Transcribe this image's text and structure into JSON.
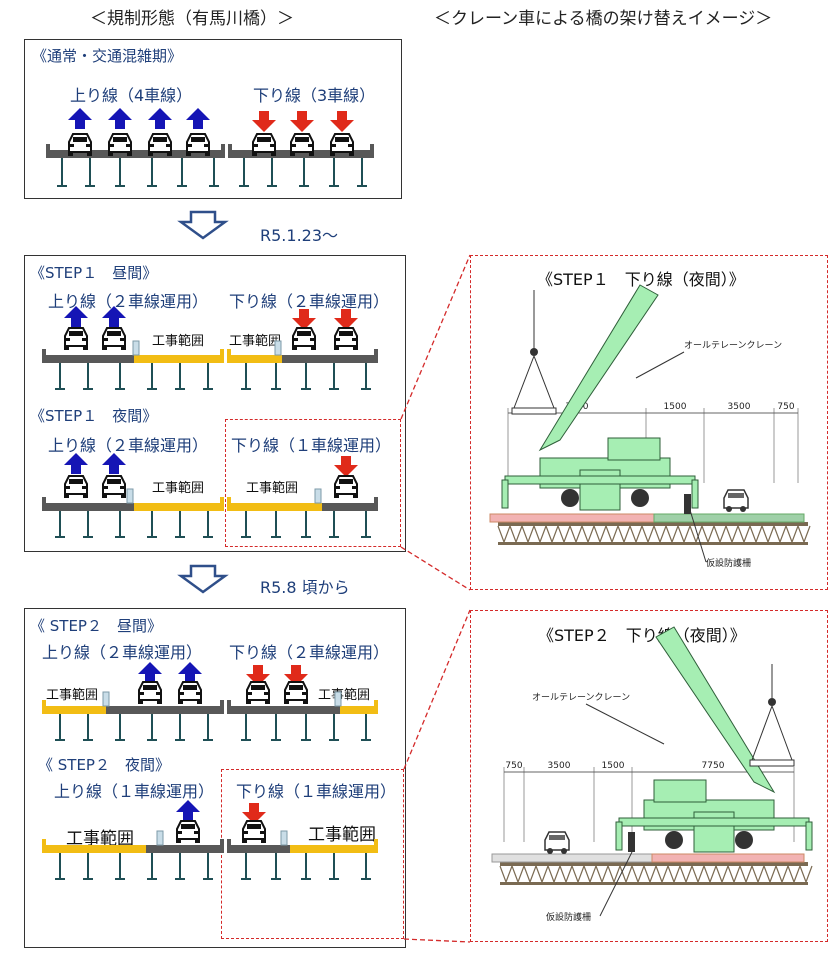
{
  "headers": {
    "left": "＜規制形態（有馬川橋）＞",
    "right": "＜クレーン車による橋の架け替えイメージ＞"
  },
  "box1": {
    "section": "《通常・交通混雑期》",
    "up": "上り線（4車線）",
    "down": "下り線（3車線）"
  },
  "period1": "R5.1.23〜",
  "box2": {
    "s1": "《STEP１　昼間》",
    "s1_up": "上り線（２車線運用）",
    "s1_down": "下り線（２車線運用）",
    "work": "工事範囲",
    "s2": "《STEP１　夜間》",
    "s2_up": "上り線（２車線運用）",
    "s2_down": "下り線（１車線運用）"
  },
  "period2": "R5.8 頃から",
  "box3": {
    "s1": "《 STEP２　昼間》",
    "s1_up": "上り線（２車線運用）",
    "s1_down": "下り線（２車線運用）",
    "work": "工事範囲",
    "s2": "《 STEP２　夜間》",
    "s2_up": "上り線（１車線運用）",
    "s2_down": "下り線（１車線運用）"
  },
  "crane1": {
    "title": "《STEP１　下り線（夜間）》",
    "crane": "オールテレーンクレーン",
    "fence": "仮設防護柵",
    "dims": [
      "7750",
      "1500",
      "3500",
      "750"
    ]
  },
  "crane2": {
    "title": "《STEP２　下り線（夜間）》",
    "crane": "オールテレーンクレーン",
    "fence": "仮設防護柵",
    "dims": [
      "750",
      "3500",
      "1500",
      "7750"
    ]
  },
  "colors": {
    "up": "#1515b5",
    "down": "#e02a1a",
    "work": "#f2bd14",
    "road": "#585858",
    "crane": "#a6eeb3",
    "frame": "#d42a2a"
  }
}
